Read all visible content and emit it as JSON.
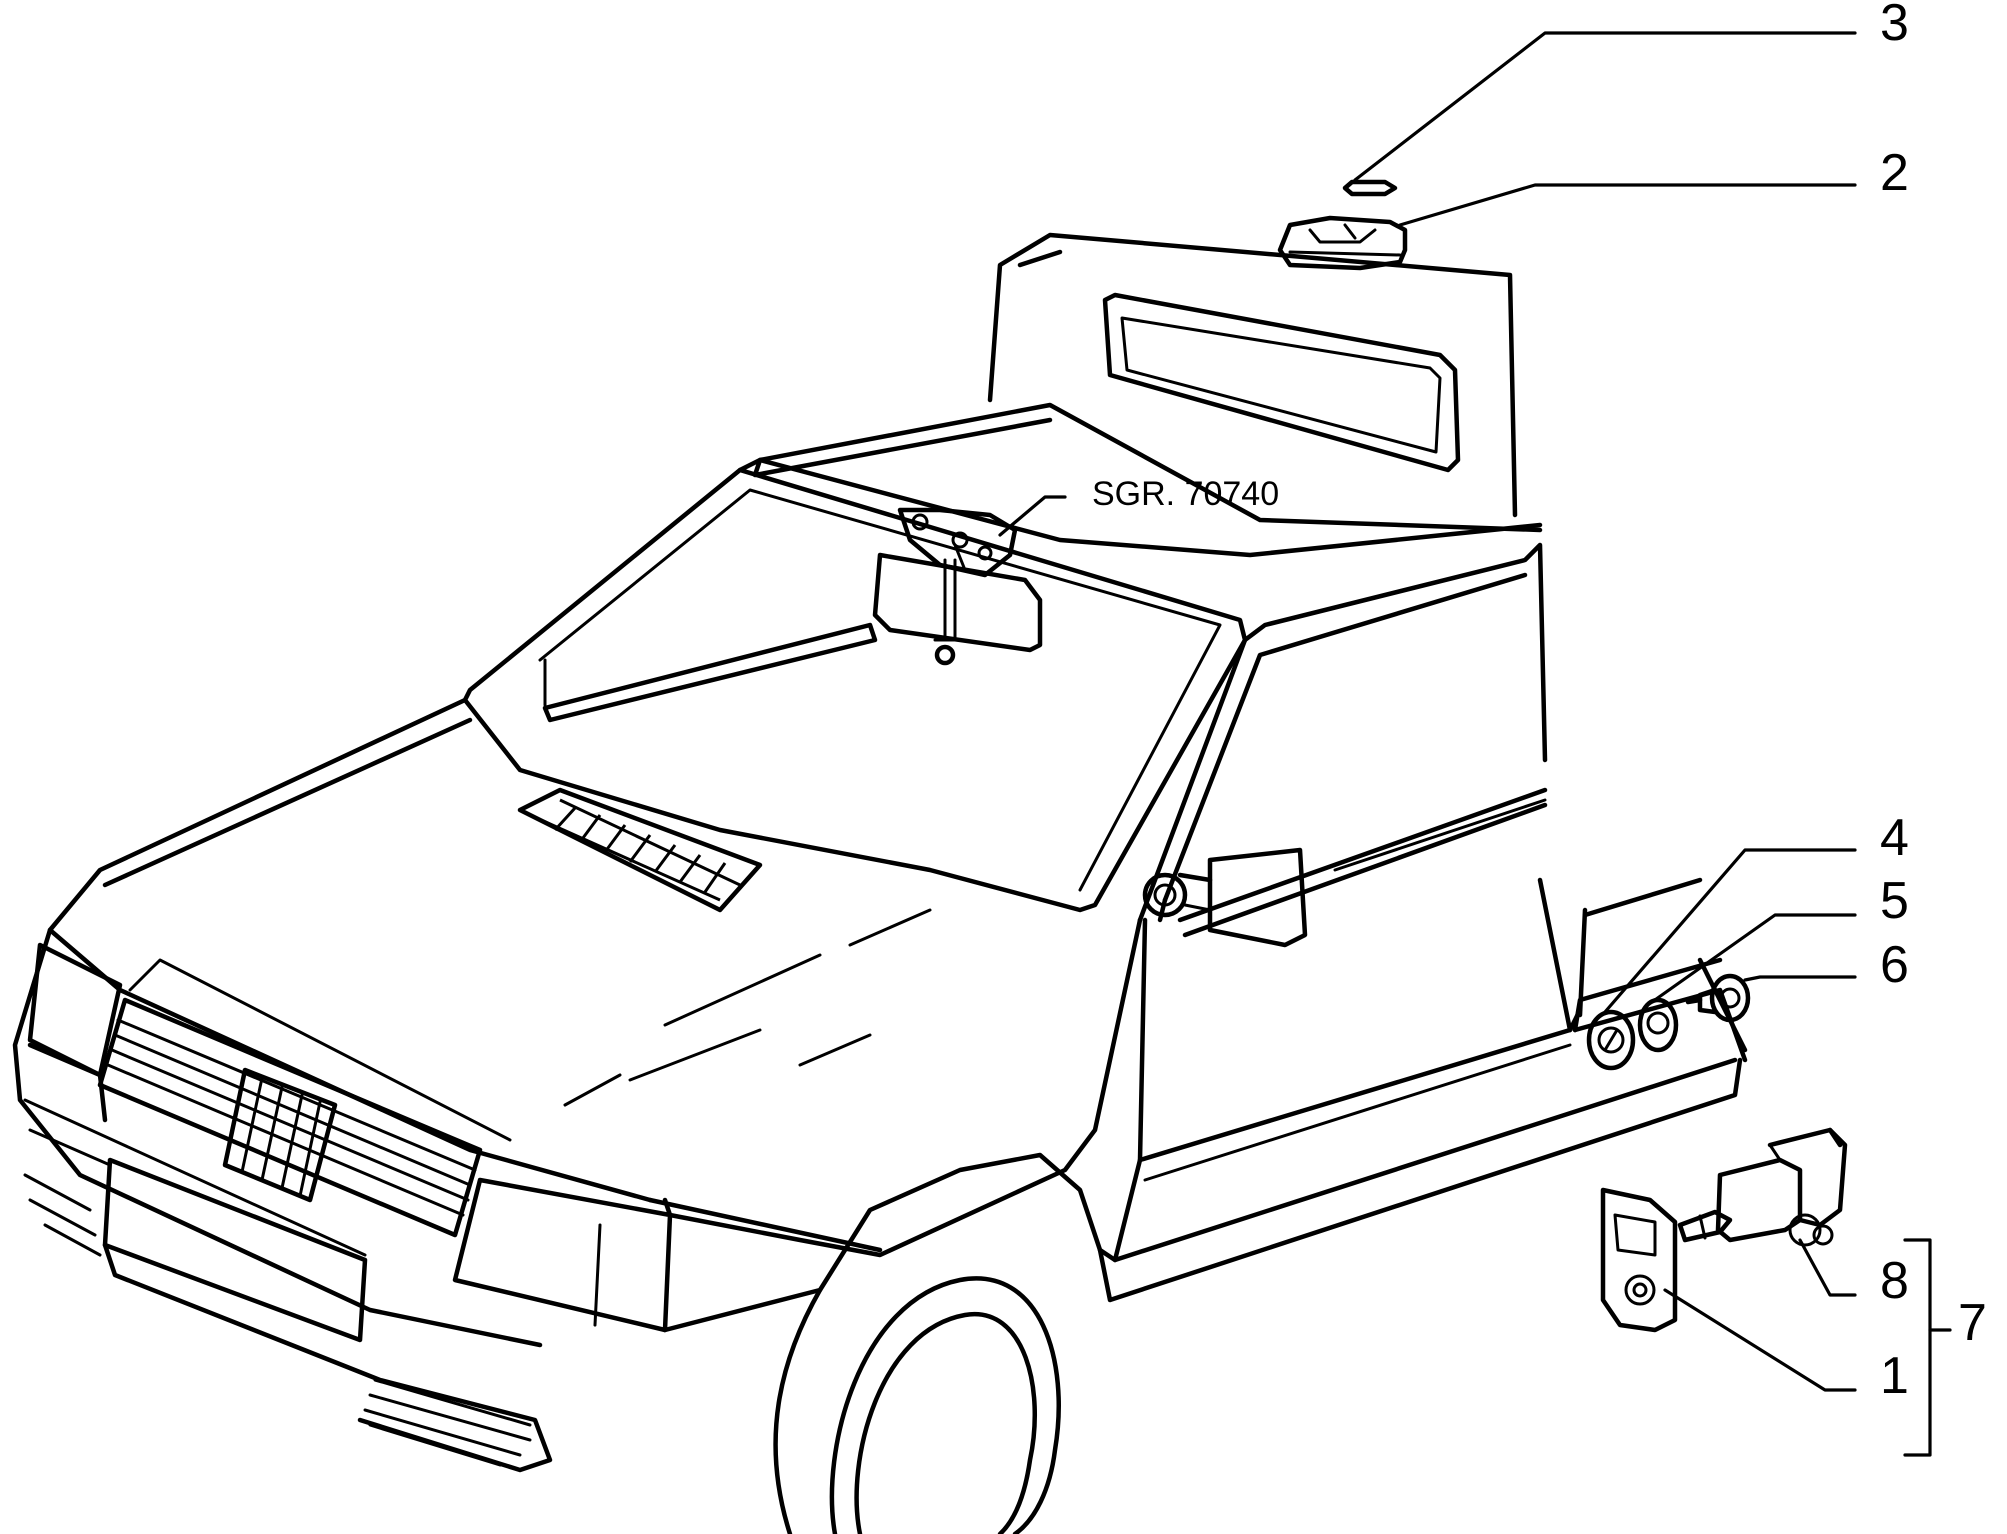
{
  "reference": "SGR. 70740",
  "callouts": {
    "c1": "1",
    "c2": "2",
    "c3": "3",
    "c4": "4",
    "c5": "5",
    "c6": "6",
    "c7": "7",
    "c8": "8"
  },
  "colors": {
    "line": "#000000",
    "background": "#ffffff"
  }
}
